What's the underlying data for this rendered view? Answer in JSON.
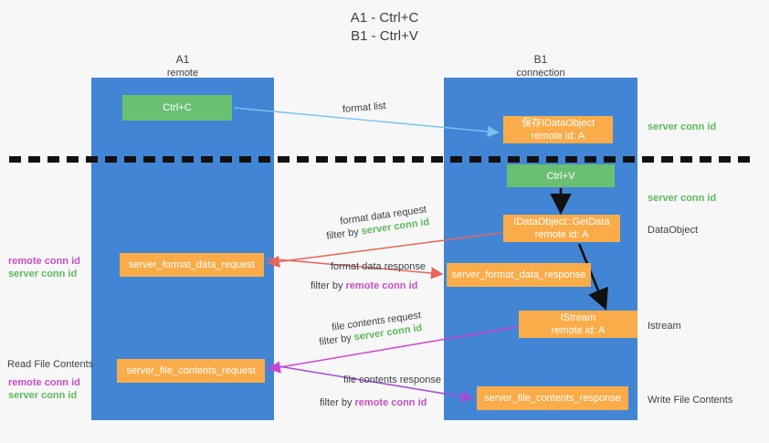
{
  "title": {
    "line1": "A1 - Ctrl+C",
    "line2": "B1 - Ctrl+V"
  },
  "lanes": [
    {
      "name": "A1",
      "sub": "remote",
      "color": "#4285d4"
    },
    {
      "name": "B1",
      "sub": "connection",
      "color": "#4285d4"
    }
  ],
  "boxes": {
    "ctrl_c": {
      "line1": "Ctrl+C",
      "line2": "",
      "color": "#6bbf73"
    },
    "idataobject": {
      "line1": "保存IDataObject",
      "line2": "remote id: A",
      "color": "#f9ac49"
    },
    "ctrl_v": {
      "line1": "Ctrl+V",
      "line2": "",
      "color": "#6bbf73"
    },
    "getdata": {
      "line1": "IDataObject::GetData",
      "line2": "remote id: A",
      "color": "#f9ac49"
    },
    "format_data_request": {
      "line1": "server_format_data_request",
      "line2": "",
      "color": "#f9ac49"
    },
    "format_data_response": {
      "line1": "server_format_data_response",
      "line2": "",
      "color": "#f9ac49"
    },
    "istream": {
      "line1": "IStream",
      "line2": "remote id: A",
      "color": "#f9ac49"
    },
    "file_contents_request": {
      "line1": "server_file_contents_request",
      "line2": "",
      "color": "#f9ac49"
    },
    "file_contents_response": {
      "line1": "server_file_contents_response",
      "line2": "",
      "color": "#f9ac49"
    }
  },
  "edge_labels": {
    "format_list": "format list",
    "format_data_request_l1": "format data request",
    "format_data_request_filter_prefix": "filter by ",
    "format_data_request_filter_value": "server conn id",
    "format_data_response_l1": "format data response",
    "format_data_response_filter_prefix": "filter by ",
    "format_data_response_filter_value": "remote conn id",
    "file_contents_request_l1": "file contents request",
    "file_contents_request_filter_prefix": "filter by ",
    "file_contents_request_filter_value": "server conn id",
    "file_contents_response_l1": "file contents response",
    "file_contents_response_filter_prefix": "filter by ",
    "file_contents_response_filter_value": "remote conn id"
  },
  "right_labels": {
    "server_conn_id_top": "server conn id",
    "server_conn_id_mid": "server conn id",
    "dataobject": "DataObject",
    "istream": "Istream",
    "write_file_contents": "Write File Contents"
  },
  "left_labels": {
    "remote_conn_id_1": "remote conn id",
    "server_conn_id_1": "server conn id",
    "read_file_contents": "Read File Contents",
    "remote_conn_id_2": "remote conn id",
    "server_conn_id_2": "server conn id"
  },
  "colors": {
    "lane": "#4285d4",
    "green_box": "#6bbf73",
    "orange_box": "#f9ac49",
    "green_text": "#5cb85c",
    "purple_text": "#c44ec4",
    "arrow_blue": "#76c4f0",
    "arrow_red": "#e8655a",
    "arrow_magenta": "#d63fd6",
    "arrow_purple": "#a44bd8",
    "arrow_black": "#111111",
    "background": "#f7f7f7"
  }
}
